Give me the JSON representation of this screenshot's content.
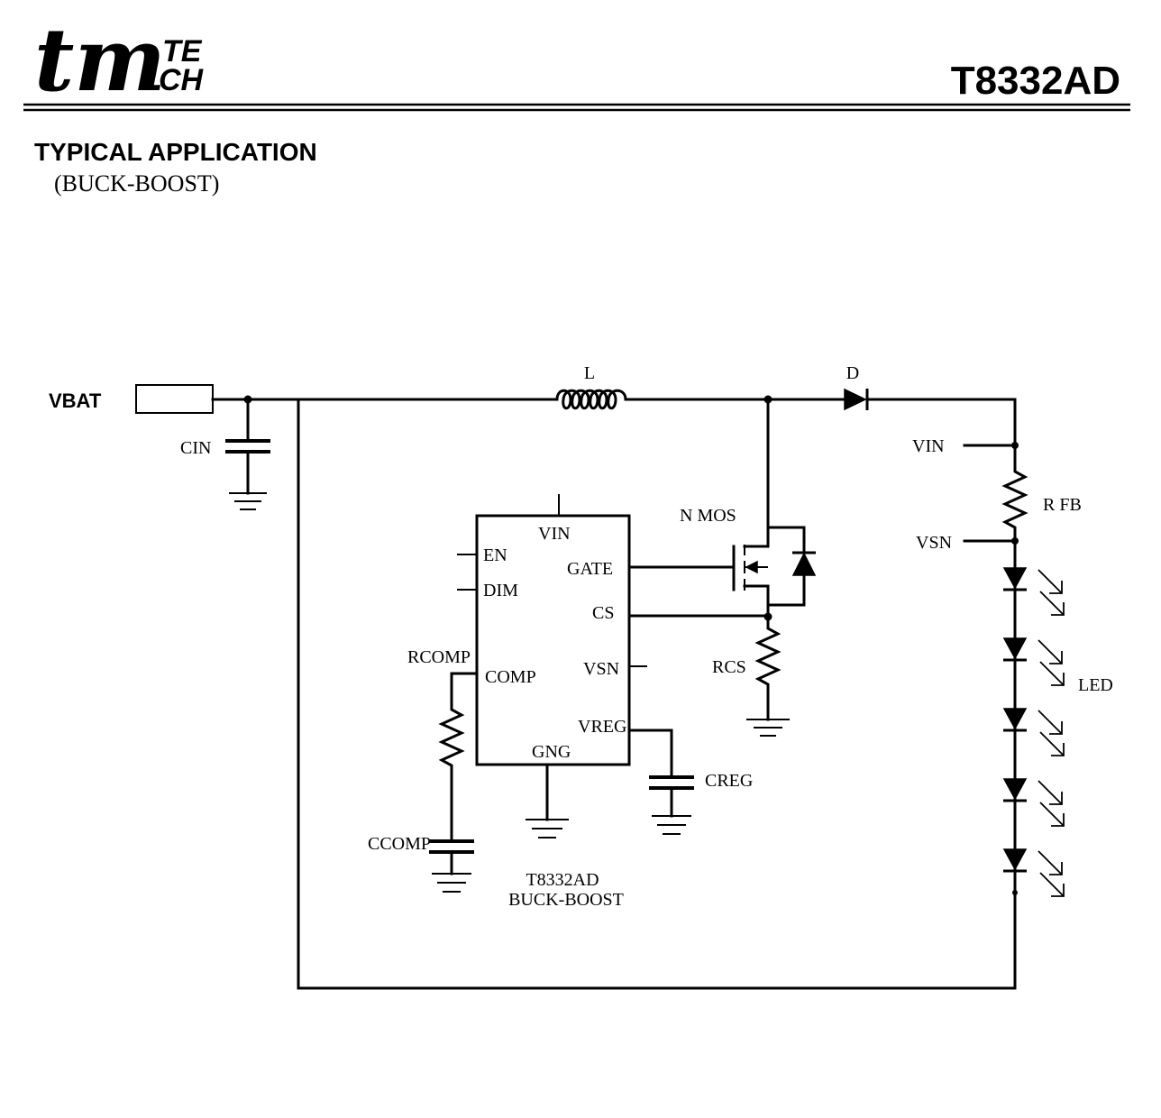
{
  "header": {
    "logo_main": "tm",
    "logo_sub_top": "TE",
    "logo_sub_bottom": "CH",
    "part_number": "T8332AD"
  },
  "section": {
    "title": "TYPICAL APPLICATION",
    "subtitle": "(BUCK-BOOST)"
  },
  "schematic": {
    "input_label": "VBAT",
    "components": {
      "cin": "CIN",
      "inductor": "L",
      "diode": "D",
      "mosfet": "N MOS",
      "rcs": "RCS",
      "rfb": "R FB",
      "led": "LED",
      "rcomp": "RCOMP",
      "ccomp": "CCOMP",
      "creg": "CREG"
    },
    "ic": {
      "name": "T8332AD",
      "mode": "BUCK-BOOST",
      "pins": {
        "vin": "VIN",
        "en": "EN",
        "dim": "DIM",
        "gate": "GATE",
        "cs": "CS",
        "comp": "COMP",
        "vsn": "VSN",
        "vreg": "VREG",
        "gnd": "GNG"
      }
    },
    "nodes": {
      "vin": "VIN",
      "vsn": "VSN"
    },
    "led_count": 5
  }
}
